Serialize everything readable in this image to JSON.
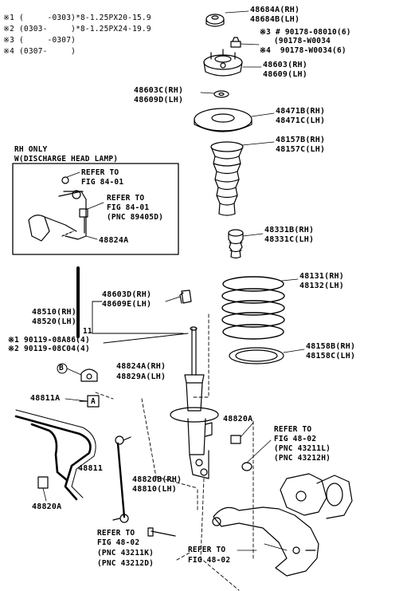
{
  "notes": [
    {
      "mark": "※1",
      "range": "(     -0303)",
      "spec": "*8-1.25PX20-15.9"
    },
    {
      "mark": "※2",
      "range": "(0303-     )",
      "spec": "*8-1.25PX24-19.9"
    },
    {
      "mark": "※3",
      "range": "(     -0307)",
      "spec": ""
    },
    {
      "mark": "※4",
      "range": "(0307-     )",
      "spec": ""
    }
  ],
  "inset": {
    "title1": "RH ONLY",
    "title2": "W(DISCHARGE HEAD LAMP)",
    "refer1a": "REFER TO",
    "refer1b": "FIG 84-01",
    "refer2a": "REFER TO",
    "refer2b": "FIG 84-01",
    "refer2c": "(PNC 89405D)",
    "part": "48824A"
  },
  "parts": {
    "p48684a": "48684A(RH)",
    "p48684b": "48684B(LH)",
    "p90178_08010": "※3 # 90178-08010(6)",
    "p90178_w0034a": "(90178-W0034",
    "p90178_w0034b": "※4  90178-W0034(6)",
    "p48603": "48603(RH)",
    "p48609": "48609(LH)",
    "p48603c": "48603C(RH)",
    "p48609d": "48609D(LH)",
    "p48471b": "48471B(RH)",
    "p48471c": "48471C(LH)",
    "p48157b": "48157B(RH)",
    "p48157c": "48157C(LH)",
    "p48331b": "48331B(RH)",
    "p48331c": "48331C(LH)",
    "p48131": "48131(RH)",
    "p48132": "48132(LH)",
    "p48603d": "48603D(RH)",
    "p48609e": "48609E(LH)",
    "p48510": "48510(RH)",
    "p48520": "48520(LH)",
    "p90119a": "※1 90119-08A86(4)",
    "p90119b": "※2 90119-08C04(4)",
    "p48158b": "48158B(RH)",
    "p48158c": "48158C(LH)",
    "p48824a": "48824A(RH)",
    "p48829a": "48829A(LH)",
    "p48811a": "48811A",
    "p48820a_r": "48820A",
    "p48811": "48811",
    "p48820b": "48820B(RH)",
    "p48810": "48810(LH)",
    "p48820a_l": "48820A"
  },
  "refs": {
    "r1a": "REFER TO",
    "r1b": "FIG 48-02",
    "r1c": "(PNC 43211L)",
    "r1d": "(PNC 43212H)",
    "r2a": "REFER TO",
    "r2b": "FIG 48-02",
    "r2c": "(PNC 43211K)",
    "r2d": "(PNC 43212D)",
    "r3a": "REFER TO",
    "r3b": "FIG 48-02"
  },
  "callouts": {
    "b_circle": "B",
    "a_box": "A",
    "eleven": "11"
  }
}
